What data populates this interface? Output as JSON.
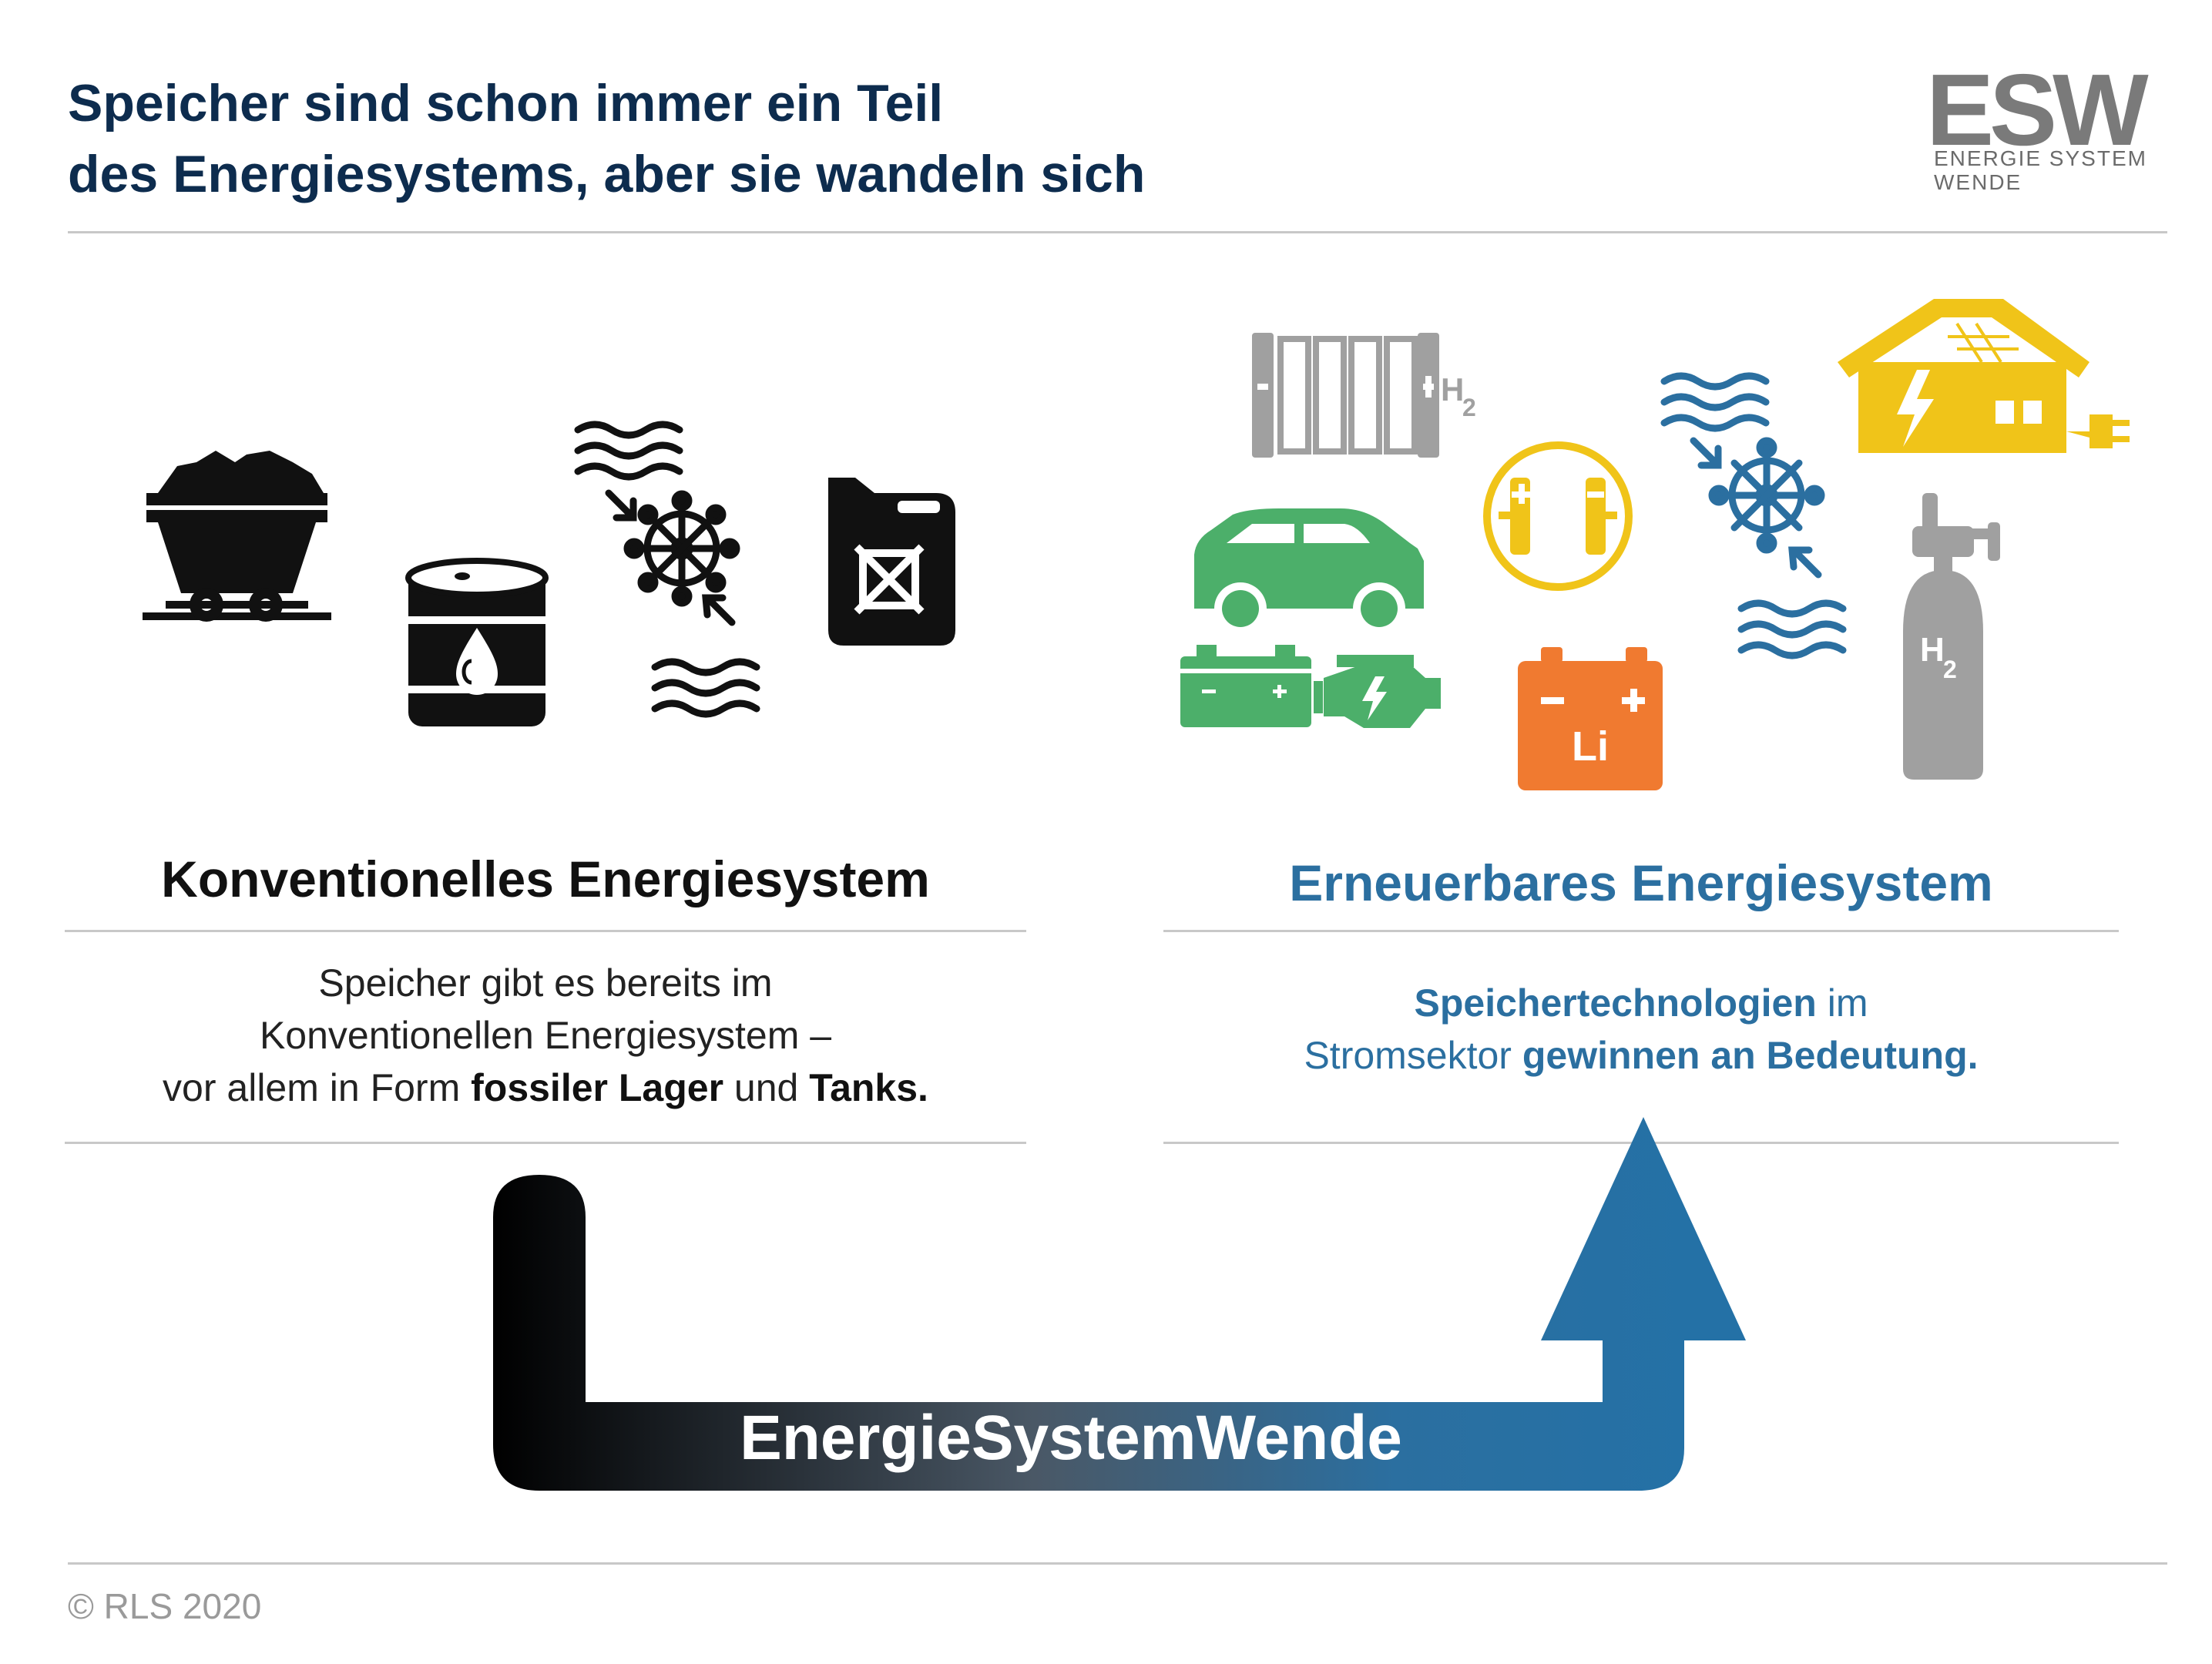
{
  "header": {
    "title_line1": "Speicher sind schon immer ein Teil",
    "title_line2": "des Energiesystems, aber sie wandeln sich"
  },
  "logo": {
    "mark": "ESW",
    "subtitle_line1": "ENERGIE SYSTEM",
    "subtitle_line2": "WENDE"
  },
  "left": {
    "title": "Konventionelles Energiesystem",
    "desc_line1": "Speicher gibt es bereits im",
    "desc_line2": "Konventionellen Energiesystem –",
    "desc_line3_pre": "vor allem in Form ",
    "desc_line3_bold1": "fossiler Lager",
    "desc_line3_mid": " und ",
    "desc_line3_bold2": "Tanks."
  },
  "right": {
    "title": "Erneuerbares Energiesystem",
    "desc_bold1": "Speichertechnologien",
    "desc_mid1": " im",
    "desc_line2_pre": "Stromsektor ",
    "desc_bold2": "gewinnen an Bedeutung."
  },
  "icons": {
    "left": [
      "mine-cart-icon",
      "oil-barrel-icon",
      "water-wheel-icon",
      "jerrycan-icon"
    ],
    "right": [
      "hydrogen-fuel-cell-icon",
      "capacitor-icon",
      "water-wheel-icon",
      "solar-house-icon",
      "electric-car-icon",
      "car-battery-icon",
      "engine-icon",
      "lithium-battery-icon",
      "hydrogen-tank-icon"
    ],
    "labels": {
      "h2_letter": "H",
      "h2_sub": "2",
      "li": "Li"
    }
  },
  "arrow": {
    "label": "EnergieSystemWende"
  },
  "footer": {
    "copyright": "© RLS 2020"
  },
  "colors": {
    "title": "#0d2c4e",
    "renewable_blue": "#2b6fa0",
    "green": "#4caf6a",
    "yellow": "#f0c419",
    "orange": "#f07a30",
    "gray": "#a0a0a0",
    "black": "#111111"
  }
}
